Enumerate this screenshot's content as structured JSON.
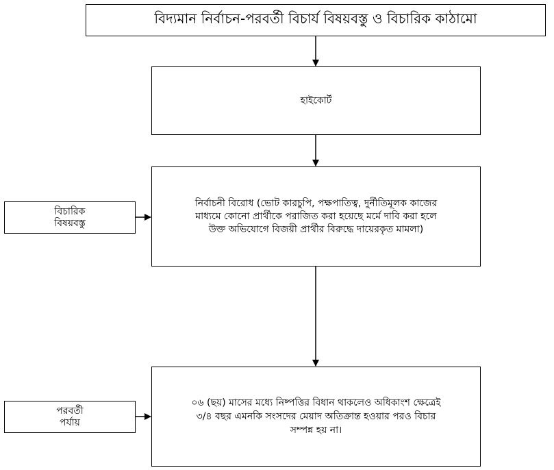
{
  "title": "বিদ্যমান নির্বাচন-পরবর্তী বিচার্য বিষয়বস্তু ও বিচারিক কাঠামো",
  "court": "হাইকোর্ট",
  "dispute": "নির্বাচনী বিরোধ (ভোট কারচুপি, পক্ষপাতিত্ব, দুর্নীতিমূলক কাজের মাধ্যমে কোনো প্রার্থীকে পরাজিত করা হয়েছে মর্মে দাবি করা হলে উক্ত অভিযোগে বিজয়ী প্রার্থীর বিরুদ্ধে দায়েরকৃত মামলা)",
  "stage_text": "০৬ (ছয়) মাসের মধ্যে নিষ্পত্তির বিধান থাকলেও অধিকাংশ ক্ষেত্রেই ৩/৪ বছর এমনকি সংসদের মেয়াদ অতিক্রান্ত হওয়ার পরও বিচার সম্পন্ন হয় না।",
  "side_labels": {
    "subject": [
      "বিচারিক",
      "বিষয়বস্তু"
    ],
    "next_stage": [
      "পরবর্তী",
      "পর্যায়"
    ]
  },
  "colors": {
    "line": "#000000",
    "box_fill": "#ffffff"
  }
}
